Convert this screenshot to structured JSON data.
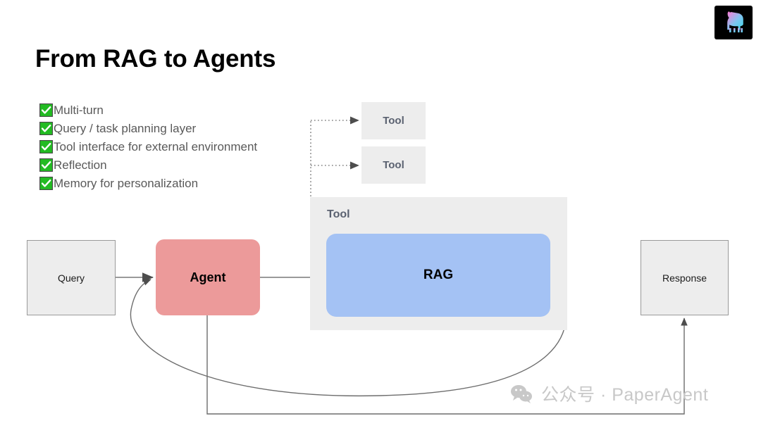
{
  "slide": {
    "title": "From RAG to Agents",
    "background_color": "#ffffff"
  },
  "logo": {
    "name": "llama-logo",
    "background_color": "#000000",
    "gradient_from": "#ff7bd5",
    "gradient_to": "#3fd8e8"
  },
  "bullets": [
    {
      "icon": "green-check-icon",
      "label": "Multi-turn"
    },
    {
      "icon": "green-check-icon",
      "label": "Query / task planning layer"
    },
    {
      "icon": "green-check-icon",
      "label": "Tool interface for external environment"
    },
    {
      "icon": "green-check-icon",
      "label": "Reflection"
    },
    {
      "icon": "green-check-icon",
      "label": "Memory for personalization"
    }
  ],
  "diagram": {
    "query_node": {
      "label": "Query",
      "fill": "#EDEDED",
      "border": "#9a9a9a"
    },
    "agent_node": {
      "label": "Agent",
      "fill": "#EC9A9A"
    },
    "tool_container": {
      "label": "Tool",
      "fill": "#EDEDED"
    },
    "rag_node": {
      "label": "RAG",
      "fill": "#A4C2F4"
    },
    "response_node": {
      "label": "Response",
      "fill": "#EDEDED",
      "border": "#9a9a9a"
    },
    "tool_nodes": [
      {
        "label": "Tool",
        "fill": "#EDEDED"
      },
      {
        "label": "Tool",
        "fill": "#EDEDED"
      }
    ],
    "connector_color": "#808080",
    "dotted_connector_color": "#808080"
  },
  "watermark": {
    "icon": "wechat-icon",
    "text": "公众号 · PaperAgent",
    "color": "#c8c8c8"
  }
}
